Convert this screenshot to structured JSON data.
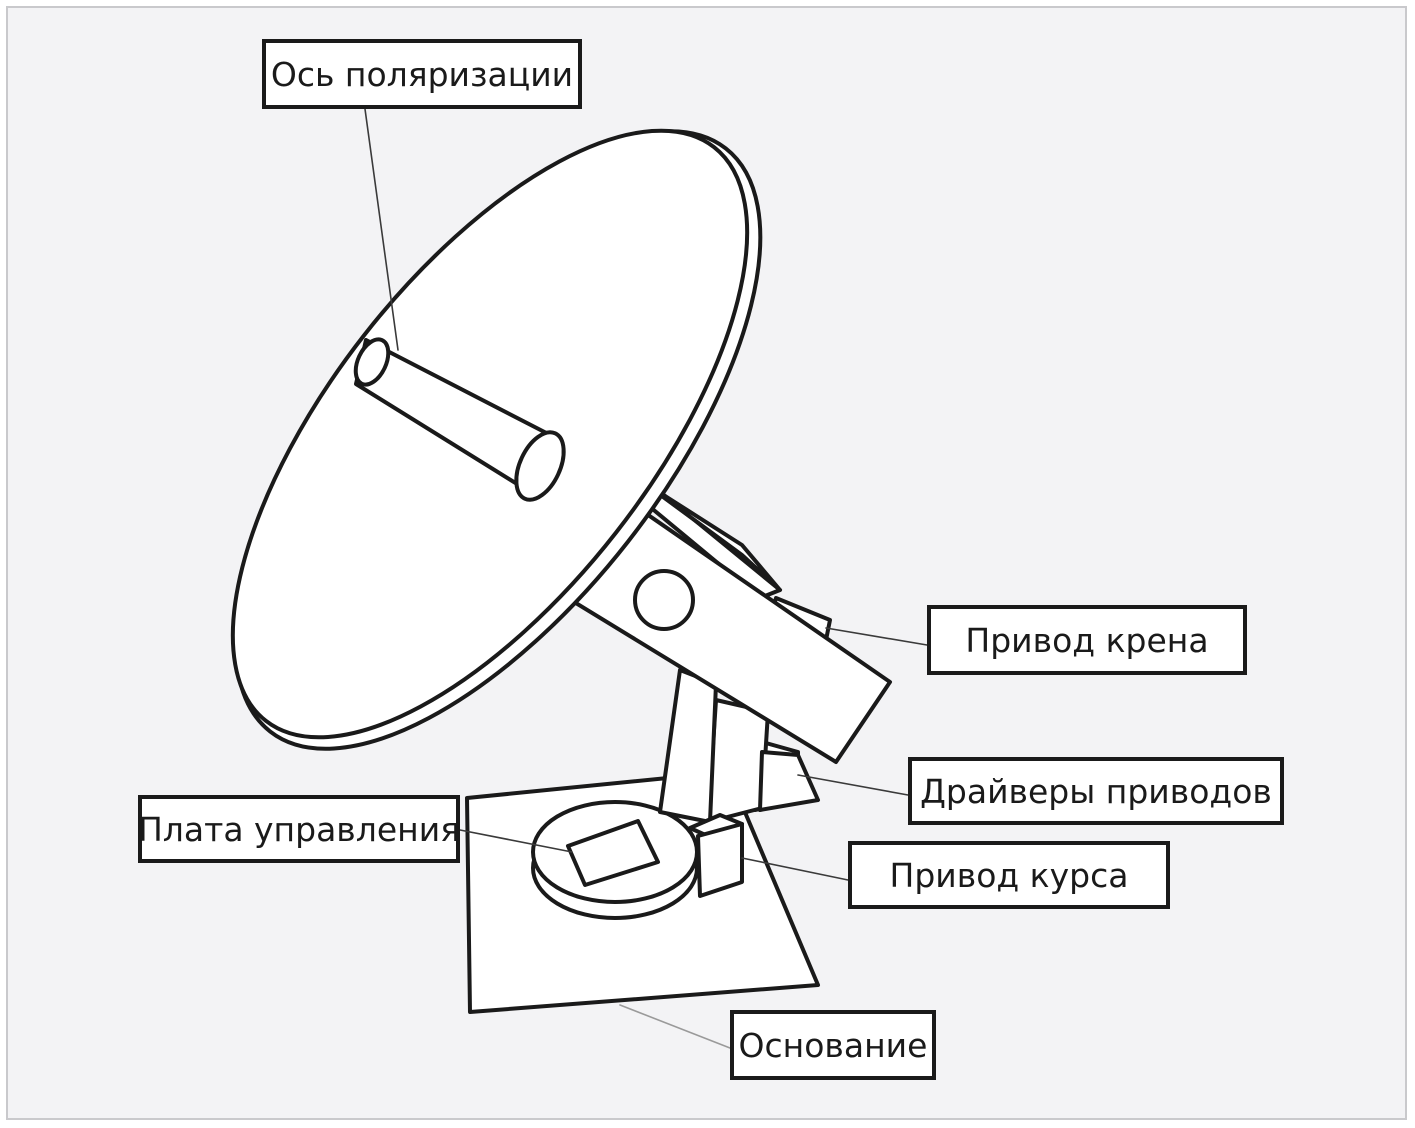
{
  "colors": {
    "stroke": "#1a1a1a",
    "background": "#f3f3f5",
    "fill": "#ffffff"
  },
  "labels": {
    "polarization_axis": "Ось поляризации",
    "roll_drive": "Привод крена",
    "drive_drivers": "Драйверы приводов",
    "control_board": "Плата управления",
    "course_drive": "Привод курса",
    "base": "Основание"
  }
}
